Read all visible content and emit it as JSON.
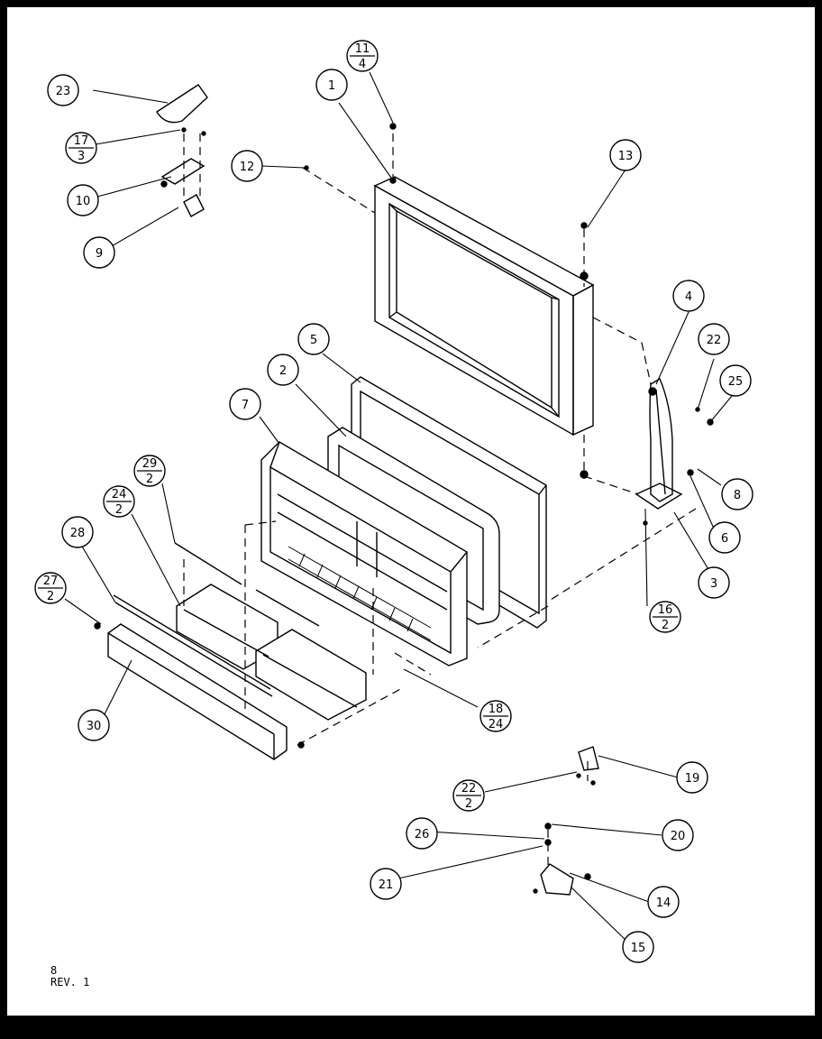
{
  "callouts": {
    "c1": "1",
    "c2": "2",
    "c3": "3",
    "c4": "4",
    "c5": "5",
    "c6": "6",
    "c7": "7",
    "c8": "8",
    "c9": "9",
    "c10": "10",
    "c11_top": "11",
    "c11_bottom": "4",
    "c12": "12",
    "c13": "13",
    "c14": "14",
    "c15": "15",
    "c16_top": "16",
    "c16_bottom": "2",
    "c17_top": "17",
    "c17_bottom": "3",
    "c18_top": "18",
    "c18_bottom": "24",
    "c19": "19",
    "c20": "20",
    "c21": "21",
    "c22a": "22",
    "c22b_top": "22",
    "c22b_bottom": "2",
    "c23": "23",
    "c24_top": "24",
    "c24_bottom": "2",
    "c25": "25",
    "c26": "26",
    "c27_top": "27",
    "c27_bottom": "2",
    "c28": "28",
    "c29_top": "29",
    "c29_bottom": "2",
    "c30": "30"
  },
  "footer": {
    "page": "8",
    "rev": "REV. 1"
  }
}
